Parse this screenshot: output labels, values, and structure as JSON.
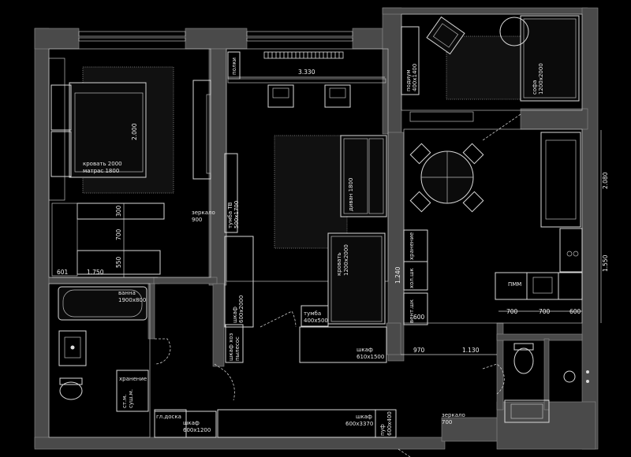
{
  "colors": {
    "background": "#000000",
    "wall": "#4a4a4a",
    "line": "#d8d8d8"
  },
  "labels": {
    "bed1": "кровать 2000",
    "bed1b": "матрас 1800",
    "bed1_dim": "2.000",
    "mirror1": "зеркало",
    "mirror1b": "900",
    "shelves": "полки",
    "sofa_mid": "диван 1800",
    "bed2": "кровать",
    "bed2b": "1200x2000",
    "cabinet_tv": "тумба ТВ",
    "cabinet_tv_b": "500x1700",
    "cabinet1": "шкаф",
    "cabinet1b": "600x2000",
    "nightstand": "тумба",
    "nightstand_b": "400x500",
    "cabinet2": "шкаф",
    "cabinet2b": "610x1500",
    "cabinet_vac": "шкаф хоз",
    "cabinet_vac_b": "пылесос",
    "bath": "ванна",
    "bathb": "1900x800",
    "storage": "хранение",
    "storage_b": "ст.м.",
    "storage_c": "суш.м.",
    "ironing": "гл.доска",
    "cabinet3": "шкаф",
    "cabinet3b": "600x1200",
    "cabinet4": "шкаф",
    "cabinet4b": "600x3370",
    "pouf": "пуф",
    "pouf_b": "600x400",
    "mirror2": "зеркало",
    "mirror2b": "700",
    "podium": "подиум",
    "podium_b": "400x1400",
    "sofa_top": "софа",
    "sofa_top_b": "1200x2000",
    "storage2": "хранение",
    "column": "хол.шк",
    "dishwasher": "ПММ",
    "hood": "вент.шк"
  },
  "dimensions": {
    "d3330": "3.330",
    "d300": "300",
    "d700": "700",
    "d550": "550",
    "d601": "601",
    "d1750": "1.750",
    "d970": "970",
    "d1130": "1.130",
    "d700a": "700",
    "d700b": "700",
    "d600a": "600",
    "d600b": "600",
    "d2080": "2.080",
    "d1550": "1.550",
    "d1240": "1.240"
  }
}
